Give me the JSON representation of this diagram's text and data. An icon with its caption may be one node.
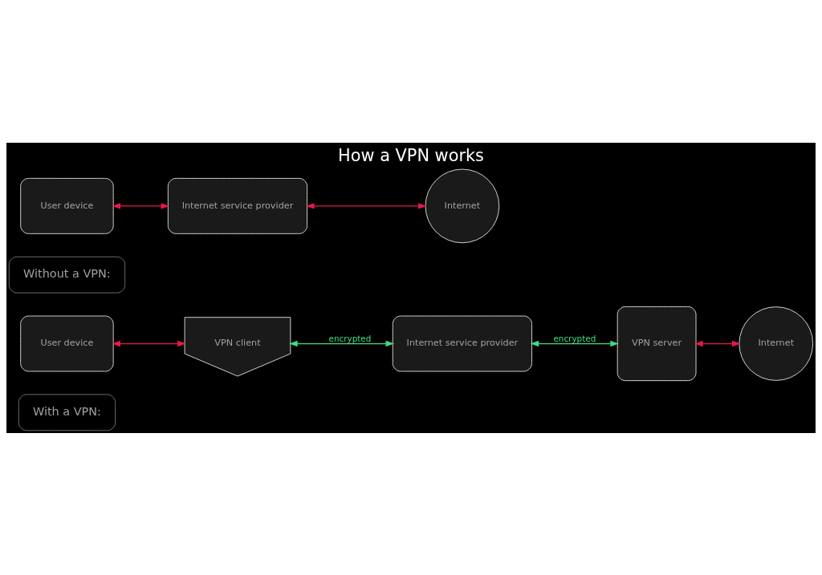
{
  "diagram": {
    "title": "How a VPN works",
    "nodes": [
      {
        "text": [
          "With a VPN:"
        ]
      },
      {
        "text": [
          "User device"
        ]
      },
      {
        "text": [
          "VPN client"
        ]
      },
      {
        "text": [
          "Internet service provider"
        ]
      },
      {
        "text": [
          "VPN server"
        ]
      },
      {
        "text": [
          "Internet"
        ]
      },
      {
        "text": [
          "Without a VPN:"
        ]
      },
      {
        "text": [
          "User device"
        ]
      },
      {
        "text": [
          "Internet service provider"
        ]
      },
      {
        "text": [
          "Internet"
        ]
      }
    ],
    "edges": [
      {
        "from": 1,
        "to": 2,
        "arrow": "both"
      },
      {
        "from": 2,
        "to": 3,
        "arrow": "both",
        "label": "encrypted",
        "color": "#3ddc84"
      },
      {
        "from": 3,
        "to": 4,
        "arrow": "both",
        "label": "encrypted",
        "color": "#3ddc84"
      },
      {
        "from": 4,
        "to": 5,
        "arrow": "both"
      },
      {
        "from": 7,
        "to": 8,
        "arrow": "both"
      },
      {
        "from": 8,
        "to": 9,
        "arrow": "both"
      }
    ]
  }
}
